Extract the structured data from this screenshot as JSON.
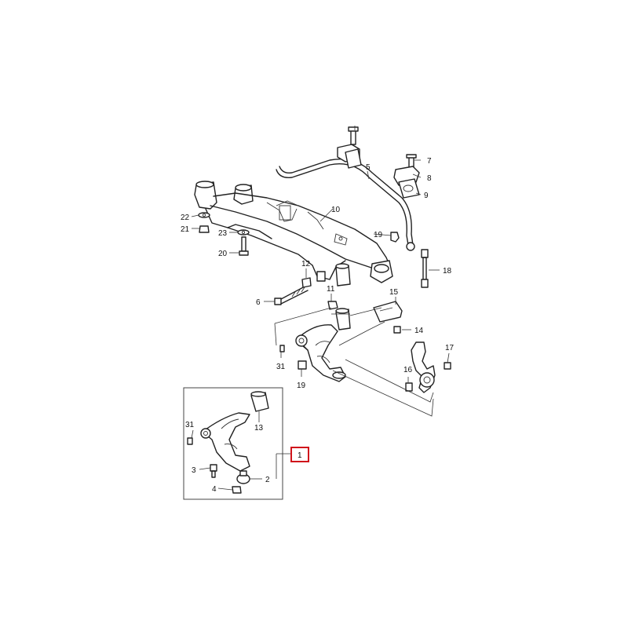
{
  "labels": {
    "p1": "1",
    "p2": "2",
    "p3": "3",
    "p4": "4",
    "p5": "5",
    "p6": "6",
    "p7": "7",
    "p8": "8",
    "p9": "9",
    "p10": "10",
    "p11": "11",
    "p12": "12",
    "p13": "13",
    "p14": "14",
    "p15": "15",
    "p16": "16",
    "p17": "17",
    "p18": "18",
    "p19a": "19",
    "p19b": "19",
    "p20": "20",
    "p21": "21",
    "p22": "22",
    "p23": "23",
    "p31a": "31",
    "p31b": "31"
  },
  "colors": {
    "highlight": "#d0141b",
    "line": "#222222"
  }
}
